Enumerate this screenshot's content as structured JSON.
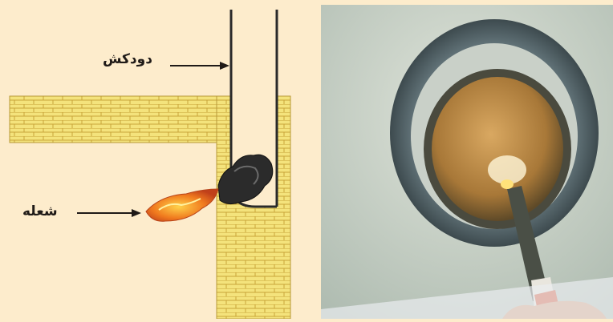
{
  "labels": {
    "chimney": "دودکش",
    "flame": "شعله"
  },
  "icons": {
    "chimney_arrow": "arrow-right",
    "flame_arrow": "arrow-right"
  },
  "colors": {
    "background": "#fdeccc",
    "brick": "#f4e37c",
    "brick_line": "#c9a43a",
    "pipe": "#2a2a2a",
    "flame_orange": "#f07a1e",
    "wall_photo": "#c7cfc4"
  }
}
